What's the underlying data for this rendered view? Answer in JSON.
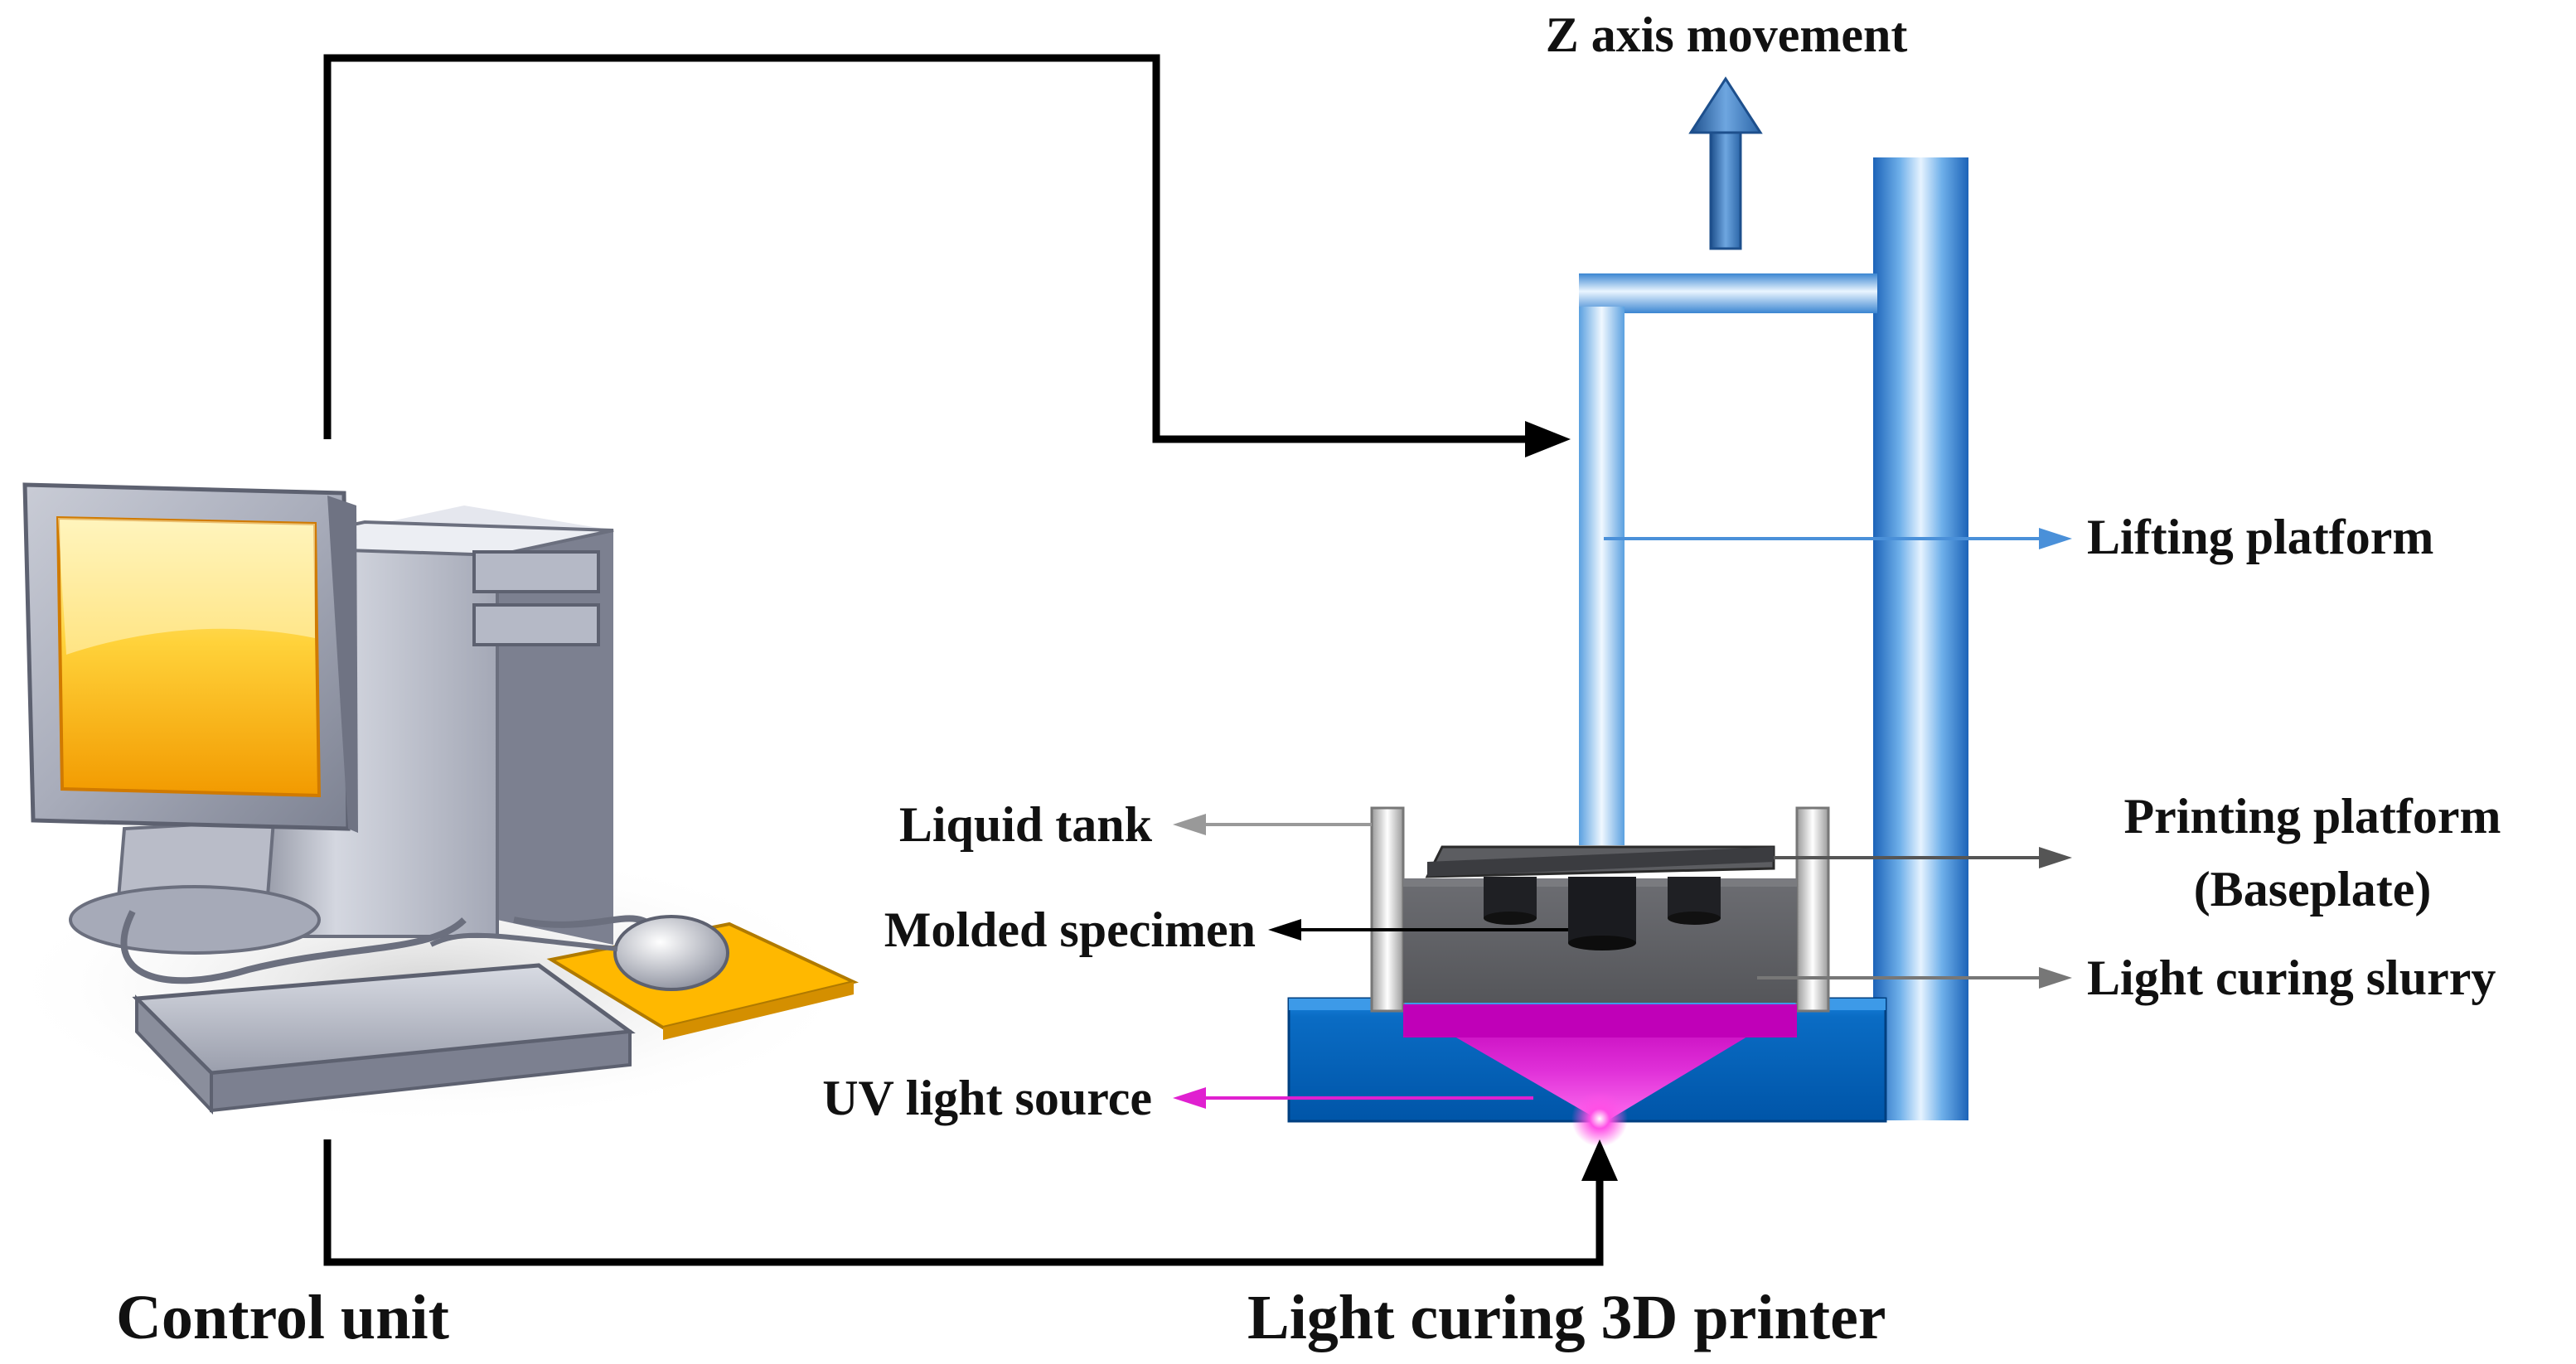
{
  "labels": {
    "z_axis": "Z axis movement",
    "lifting_platform": "Lifting platform",
    "printing_platform_line1": "Printing platform",
    "printing_platform_line2": "(Baseplate)",
    "liquid_tank": "Liquid tank",
    "molded_specimen": "Molded specimen",
    "light_curing_slurry": "Light curing slurry",
    "uv_light_source": "UV light source",
    "control_unit": "Control unit",
    "printer": "Light curing 3D printer"
  },
  "colors": {
    "connector": "#000000",
    "lifting_arrow": "#4a90d9",
    "gray_arrow": "#8a8a8a",
    "uv": "#e020d0",
    "frame_blue": "#2f7fd0",
    "base_blue": "#0066c0",
    "slurry": "#5f6064",
    "monitor_screen": "#ffc820",
    "mouse_pad": "#ffb800"
  }
}
